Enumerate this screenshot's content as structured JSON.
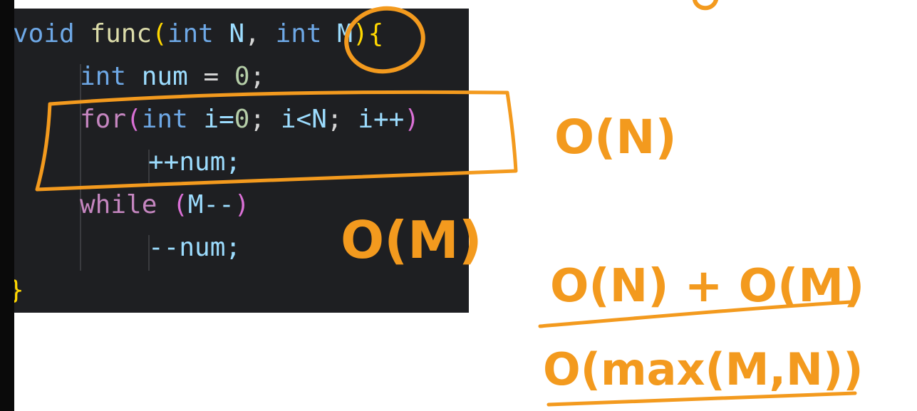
{
  "code": {
    "line1": {
      "kw": "void",
      "fn": "func",
      "paren_open": "(",
      "kw2": "int",
      "param1": "N",
      "comma": ",",
      "kw3": "int",
      "param2": "M",
      "paren_close": ")",
      "brace": "{"
    },
    "line2": {
      "kw": "int",
      "var": "num",
      "op": "=",
      "num": "0",
      "semi": ";"
    },
    "line3": {
      "kw": "for",
      "paren_open": "(",
      "kw2": "int",
      "init": "i=",
      "num": "0",
      "semi1": ";",
      "cond": "i<N",
      "semi2": ";",
      "inc": "i++",
      "paren_close": ")"
    },
    "line4": {
      "text": "++num;"
    },
    "line5": {
      "kw": "while",
      "paren_open": "(",
      "expr": "M--",
      "paren_close": ")"
    },
    "line6": {
      "text": "--num;"
    },
    "line7": {
      "brace": "}"
    }
  },
  "annotations": {
    "loop_complexity": "O(N)",
    "while_complexity": "O(M)",
    "sum": "O(N) + O(M)",
    "result": "O(max(M,N))",
    "color": "#f39a1e"
  }
}
